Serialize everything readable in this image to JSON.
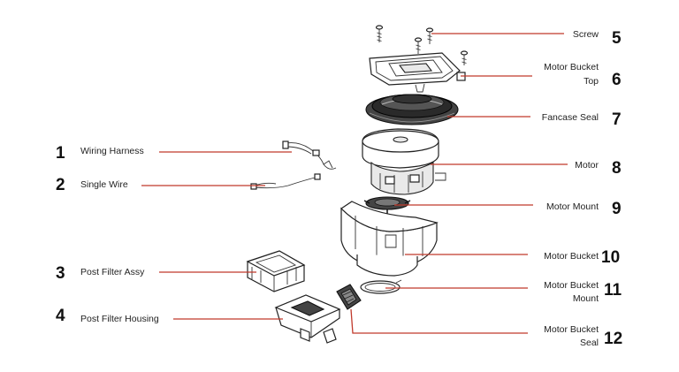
{
  "callouts": [
    {
      "id": "screw",
      "number": "5",
      "label_lines": [
        "Screw"
      ]
    },
    {
      "id": "motor-bucket-top",
      "number": "6",
      "label_lines": [
        "Motor Bucket",
        "Top"
      ]
    },
    {
      "id": "fancase-seal",
      "number": "7",
      "label_lines": [
        "Fancase Seal"
      ]
    },
    {
      "id": "motor",
      "number": "8",
      "label_lines": [
        "Motor"
      ]
    },
    {
      "id": "motor-mount",
      "number": "9",
      "label_lines": [
        "Motor Mount"
      ]
    },
    {
      "id": "motor-bucket",
      "number": "10",
      "label_lines": [
        "Motor Bucket"
      ]
    },
    {
      "id": "motor-bucket-mount",
      "number": "11",
      "label_lines": [
        "Motor Bucket",
        "Mount"
      ]
    },
    {
      "id": "motor-bucket-seal",
      "number": "12",
      "label_lines": [
        "Motor Bucket",
        "Seal"
      ]
    },
    {
      "id": "wiring-harness",
      "number": "1",
      "label_lines": [
        "Wiring Harness"
      ]
    },
    {
      "id": "single-wire",
      "number": "2",
      "label_lines": [
        "Single Wire"
      ]
    },
    {
      "id": "post-filter-assy",
      "number": "3",
      "label_lines": [
        "Post Filter Assy"
      ]
    },
    {
      "id": "post-filter-housing",
      "number": "4",
      "label_lines": [
        "Post Filter Housing"
      ]
    }
  ],
  "colors": {
    "leader_line": "#c0392b",
    "text": "#222222"
  }
}
